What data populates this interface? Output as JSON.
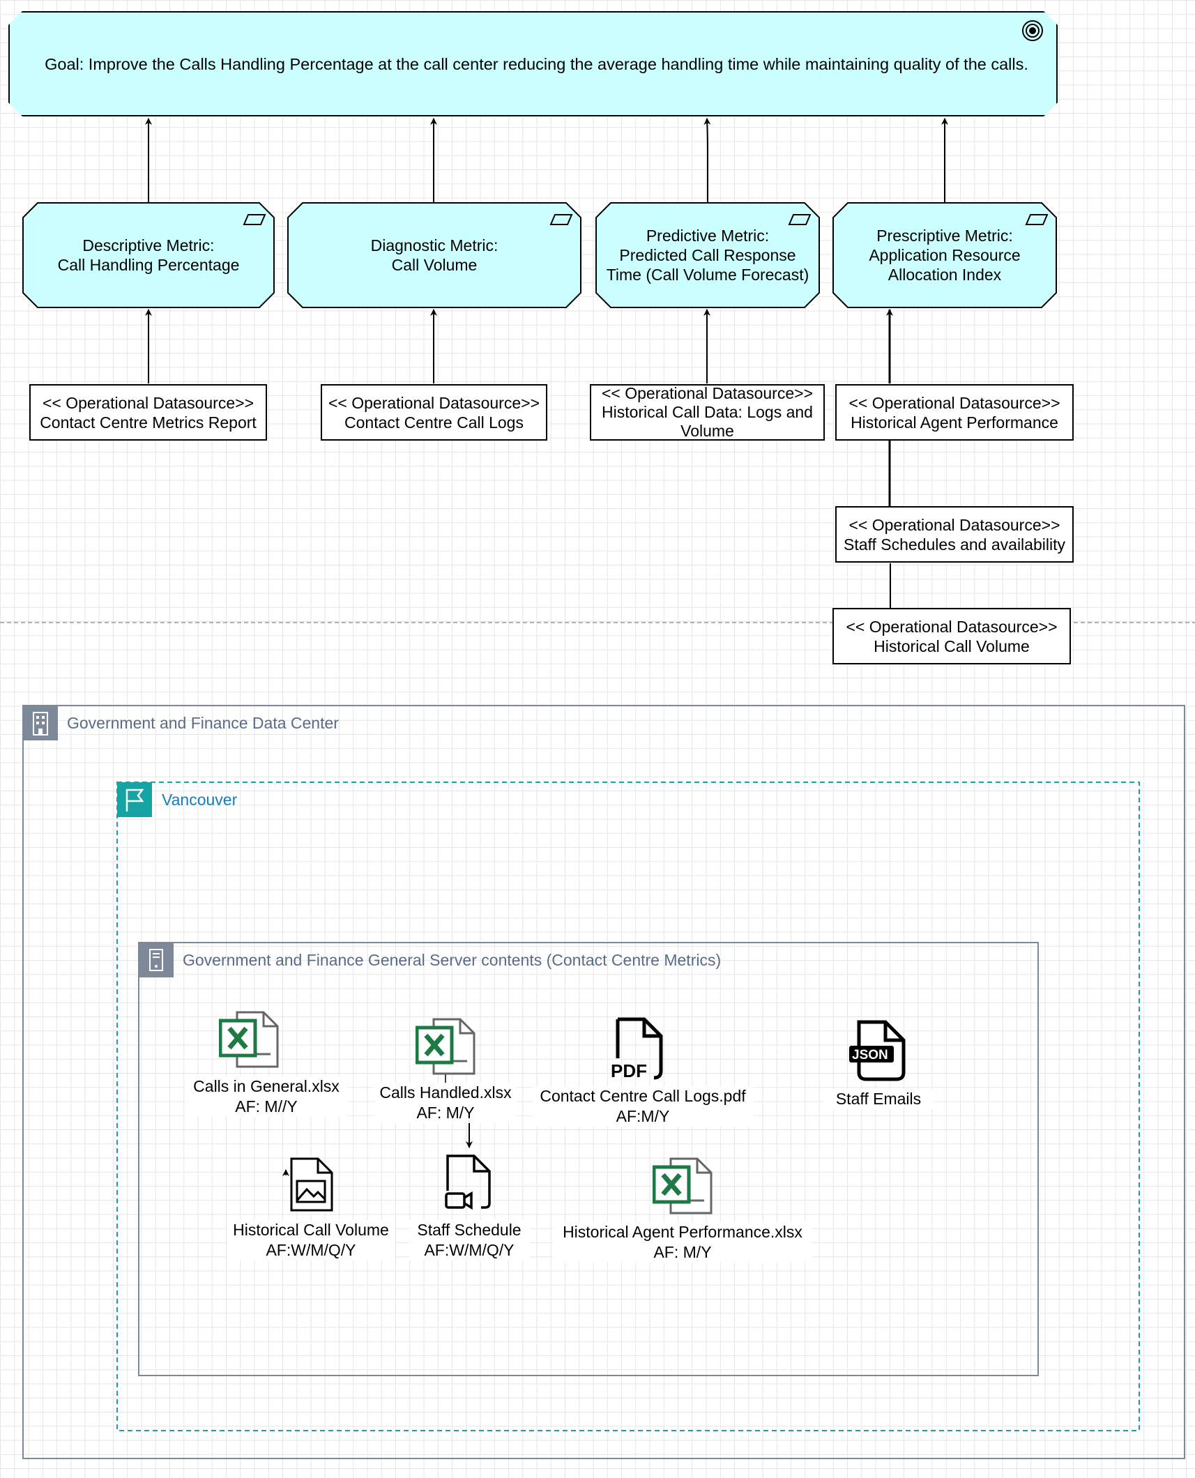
{
  "goal": {
    "text": "Goal: Improve the Calls Handling Percentage at the call center reducing the average handling time while maintaining quality of the calls.",
    "icon": "goal-target-icon"
  },
  "metrics": [
    {
      "label": "Descriptive Metric:\nCall Handling Percentage",
      "icon": "parallelogram-icon"
    },
    {
      "label": "Diagnostic Metric:\nCall Volume",
      "icon": "parallelogram-icon"
    },
    {
      "label": "Predictive Metric:\nPredicted Call Response\nTime (Call Volume Forecast)",
      "icon": "parallelogram-icon"
    },
    {
      "label": "Prescriptive Metric:\nApplication Resource\nAllocation Index",
      "icon": "parallelogram-icon"
    }
  ],
  "datasources": [
    {
      "label": "<< Operational Datasource>>\nContact Centre Metrics Report"
    },
    {
      "label": "<< Operational Datasource>>\nContact Centre Call Logs"
    },
    {
      "label": "<< Operational Datasource>>\nHistorical Call Data: Logs and\nVolume"
    },
    {
      "label": "<< Operational Datasource>>\nHistorical Agent Performance"
    },
    {
      "label": "<< Operational Datasource>>\nStaff Schedules and availability"
    },
    {
      "label": "<< Operational Datasource>>\nHistorical Call Volume"
    }
  ],
  "groups": {
    "datacenter": {
      "title": "Government and Finance Data Center",
      "icon": "building-icon"
    },
    "region": {
      "title": "Vancouver",
      "icon": "flag-icon"
    },
    "server": {
      "title": "Government and Finance General Server contents (Contact Centre Metrics)",
      "icon": "server-icon"
    }
  },
  "files": [
    {
      "label": "Calls in General.xlsx\nAF: M//Y",
      "icon": "excel-file-icon"
    },
    {
      "label": "Calls Handled.xlsx\nAF: M/Y",
      "icon": "excel-file-icon"
    },
    {
      "label": "Contact Centre Call Logs.pdf\nAF:M/Y",
      "icon": "pdf-file-icon",
      "badge": "PDF"
    },
    {
      "label": "Staff Emails",
      "icon": "json-file-icon",
      "badge": "JSON"
    },
    {
      "label": "Historical Call Volume\nAF:W/M/Q/Y",
      "icon": "image-file-icon"
    },
    {
      "label": "Staff Schedule\nAF:W/M/Q/Y",
      "icon": "video-file-icon"
    },
    {
      "label": "Historical Agent Performance.xlsx\nAF: M/Y",
      "icon": "excel-file-icon"
    }
  ],
  "colors": {
    "metric_fill": "#ccffff",
    "excel_green": "#1e7a45",
    "group_gray": "#7d8998",
    "region_teal": "#16a3a3"
  }
}
